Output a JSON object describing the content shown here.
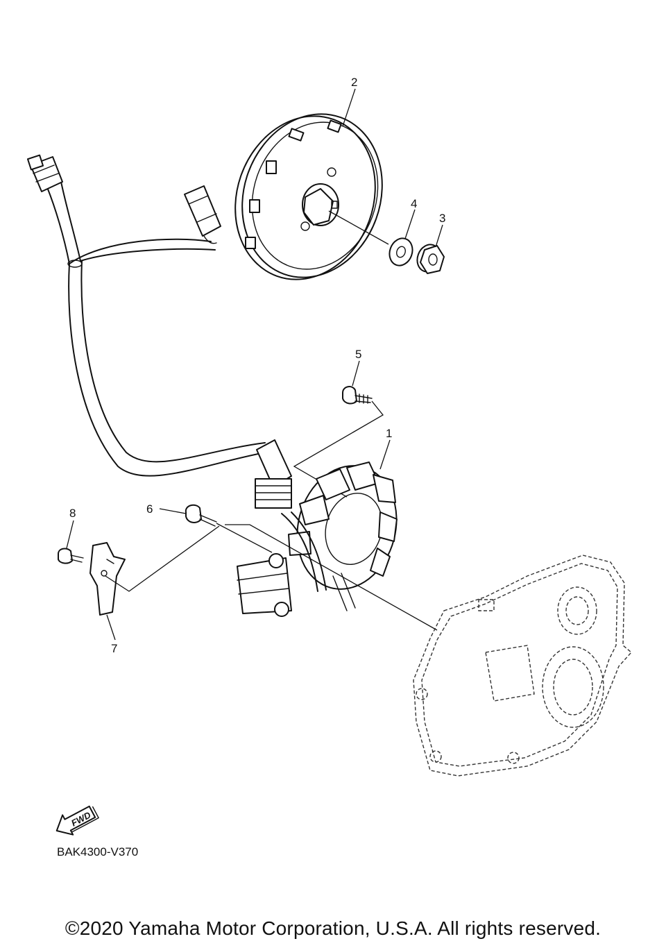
{
  "callouts": [
    "1",
    "2",
    "3",
    "4",
    "5",
    "6",
    "7",
    "8"
  ],
  "direction_label": "FWD",
  "diagram_code": "BAK4300-V370",
  "copyright": "©2020 Yamaha Motor Corporation, U.S.A. All rights reserved."
}
